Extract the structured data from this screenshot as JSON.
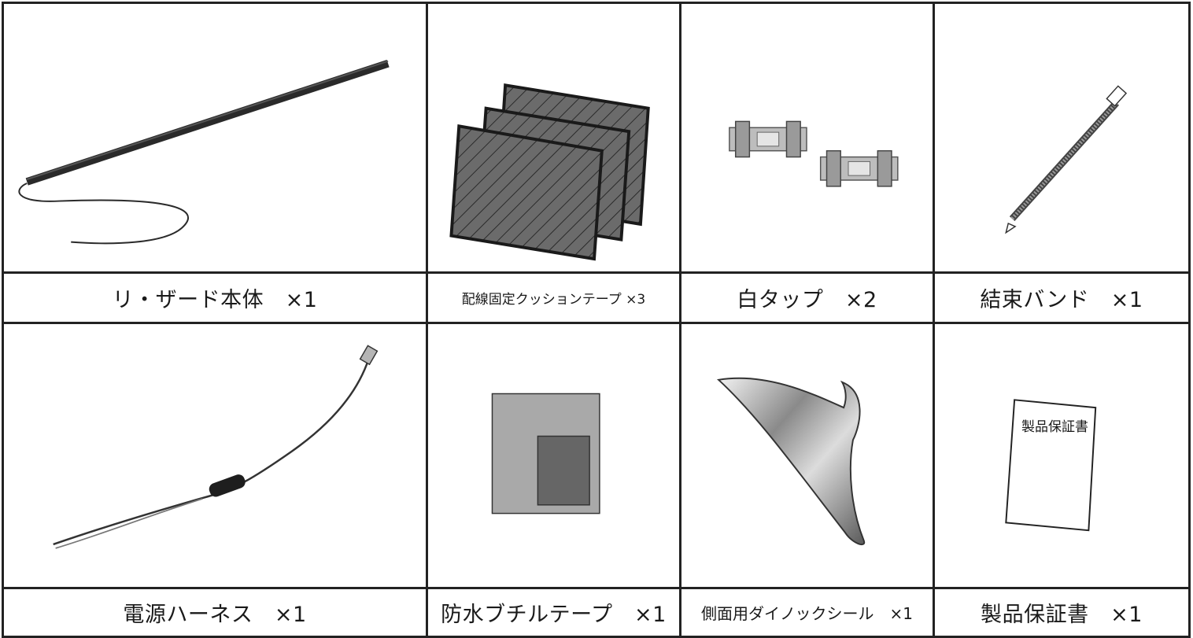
{
  "items": [
    {
      "label": "リ・ザード本体　×1"
    },
    {
      "label": "配線固定クッションテープ ×3"
    },
    {
      "label": "白タップ　×2"
    },
    {
      "label": "結束バンド　×1"
    },
    {
      "label": "電源ハーネス　×1"
    },
    {
      "label": "防水ブチルテープ　×1"
    },
    {
      "label": "側面用ダイノックシール　×1"
    },
    {
      "label": "製品保証書　×1"
    }
  ],
  "warranty_card_text": "製品保証書"
}
